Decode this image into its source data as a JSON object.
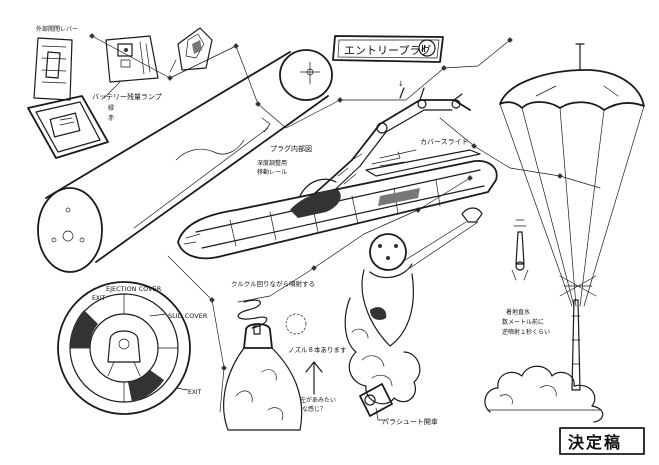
{
  "labels": {
    "exterior_lever": "外部開閉レバー",
    "battery_lamp": "バッテリー残量ランプ",
    "battery_green": "緑",
    "battery_red": "赤",
    "plug_interior": "プラグ内部図",
    "depth_rail_1": "深度調整用",
    "depth_rail_2": "移動レール",
    "cover_slide": "カバースライド",
    "spin_spray": "クルクル回りながら噴射する",
    "nozzle_count": "ノズル８本あります",
    "rotation_q1": "左があみたい",
    "rotation_q2": "な感じ？",
    "parachute_open": "パラシュート開傘",
    "landing_1": "着地直水",
    "landing_2": "数メートル前に",
    "landing_3": "逆噴射１秒くらい",
    "ejection_cover": "EJECTION COVER",
    "exit_top": "EXIT",
    "slid_cover": "SLID COVER",
    "exit_bottom": "EXIT"
  },
  "title_box": {
    "title": "エントリープラグ",
    "number": "Ⅱ"
  },
  "stamp": "決定稿"
}
